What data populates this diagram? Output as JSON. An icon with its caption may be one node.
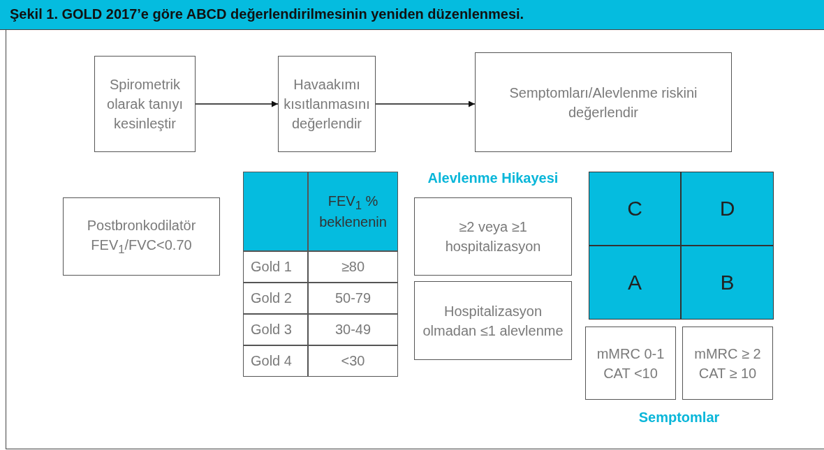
{
  "diagram": {
    "title": "Şekil 1. GOLD 2017’e göre ABCD değerlendirilmesinin yeniden düzenlenmesi.",
    "nodes": [
      {
        "text": [
          "Spirometrik olarak tanıyı kesinleştir"
        ]
      },
      {
        "text": [
          "Havaakımı kısıtlanmasını değerlendir"
        ]
      },
      {
        "text": [
          "Semptomları/Alevlenme riskini değerlendir"
        ]
      },
      {
        "text": [
          "Postbronkodilatör FEV$_{1}$/FVC<0.70"
        ]
      },
      {
        "text": [
          "≥2 veya ≥1 hospitalizasyon"
        ]
      },
      {
        "text": [
          "Hospitalizasyon olmadan ≤1 alevlenme"
        ]
      },
      {
        "text": [
          "C"
        ]
      },
      {
        "text": [
          "D"
        ]
      },
      {
        "text": [
          "A"
        ]
      },
      {
        "text": [
          "B"
        ]
      },
      {
        "text": [
          "mMRC 0-1 CAT <10"
        ]
      },
      {
        "text": [
          "mMRC ≥ 2 CAT ≥ 10"
        ]
      }
    ],
    "edges": [
      {
        "from": 0,
        "to": 1,
        "arrow": "to"
      },
      {
        "from": 1,
        "to": 2,
        "arrow": "to"
      }
    ],
    "labels": [
      "FEV$_{1}$ % beklenenin",
      "Alevlenme Hikayesi",
      "Gold 1",
      "≥80",
      "Gold 2",
      "50-79",
      "Gold 3",
      "30-49",
      "Gold 4",
      "<30",
      "Semptomlar"
    ]
  }
}
